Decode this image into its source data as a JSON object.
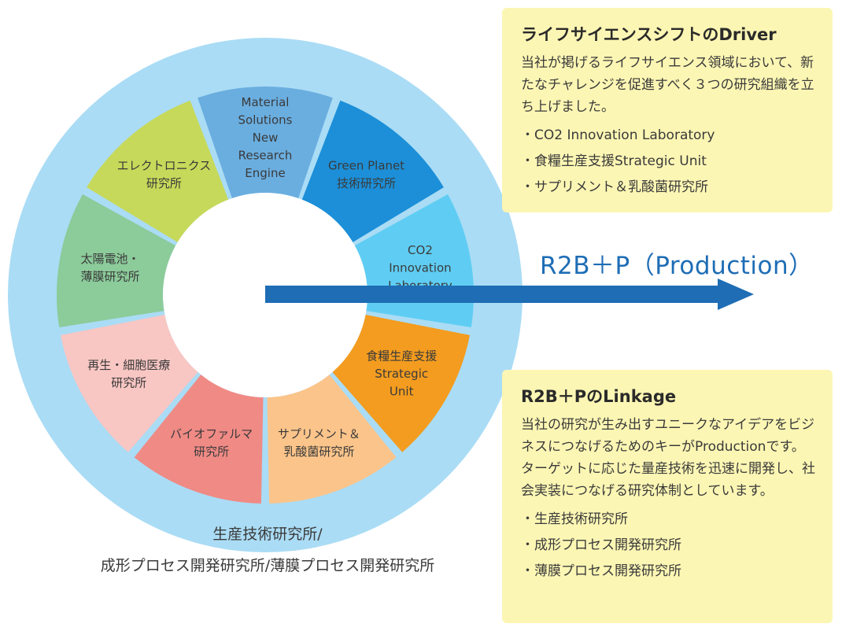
{
  "segments": [
    {
      "lines": [
        "Material",
        "Solutions",
        "New",
        "Research",
        "Engine"
      ],
      "color": "#6aaee0"
    },
    {
      "lines": [
        "Green Planet",
        "技術研究所"
      ],
      "color": "#1c8fd8"
    },
    {
      "lines": [
        "CO2",
        "Innovation",
        "Laboratory"
      ],
      "color": "#5fcdf3"
    },
    {
      "lines": [
        "食糧生産支援",
        "Strategic",
        "Unit"
      ],
      "color": "#f39c1f"
    },
    {
      "lines": [
        "サプリメント＆",
        "乳酸菌研究所"
      ],
      "color": "#fbc48a"
    },
    {
      "lines": [
        "バイオファルマ",
        "研究所"
      ],
      "color": "#f08a85"
    },
    {
      "lines": [
        "再生・細胞医療",
        "研究所"
      ],
      "color": "#f8c6c3"
    },
    {
      "lines": [
        "太陽電池・",
        "薄膜研究所"
      ],
      "color": "#8ccb9a"
    },
    {
      "lines": [
        "エレクトロニクス",
        "研究所"
      ],
      "color": "#c7d95a"
    }
  ],
  "ring_color": "#aadcf5",
  "arrow_color": "#1e6db5",
  "bottom_labels": {
    "line1": "生産技術研究所/",
    "line2": "成形プロセス開発研究所/薄膜プロセス開発研究所"
  },
  "r2b_title": "R2B＋P（Production）",
  "box_top": {
    "title": "ライフサイエンスシフトのDriver",
    "body": "当社が掲げるライフサイエンス領域において、新たなチャレンジを促進すべく３つの研究組織を立ち上げました。",
    "items": [
      "CO2 Innovation Laboratory",
      "食糧生産支援Strategic Unit",
      "サプリメント＆乳酸菌研究所"
    ]
  },
  "box_bottom": {
    "title": "R2B＋PのLinkage",
    "body": "当社の研究が生み出すユニークなアイデアをビジネスにつなげるためのキーがProductionです。ターゲットに応じた量産技術を迅速に開発し、社会実装につなげる研究体制としています。",
    "items": [
      "生産技術研究所",
      "成形プロセス開発研究所",
      "薄膜プロセス開発研究所"
    ]
  }
}
